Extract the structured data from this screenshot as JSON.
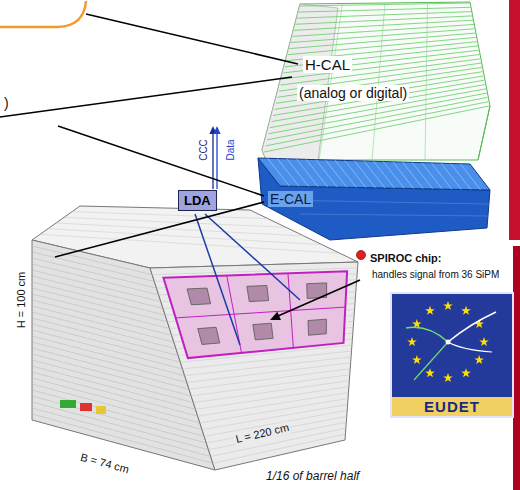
{
  "diagram": {
    "nodes": [
      {
        "text": [
          "LDA"
        ]
      },
      {
        "text": [
          "EUDET"
        ]
      }
    ],
    "labels": [
      ")",
      "H-CAL",
      "(analog or digital)",
      "E-CAL",
      "CCC",
      "Data",
      "SPIROC chip:",
      "handles signal from 36 SiPM",
      "H = 100 cm",
      "B = 74 cm",
      "L = 220 cm",
      "1/16 of barrel half"
    ]
  }
}
